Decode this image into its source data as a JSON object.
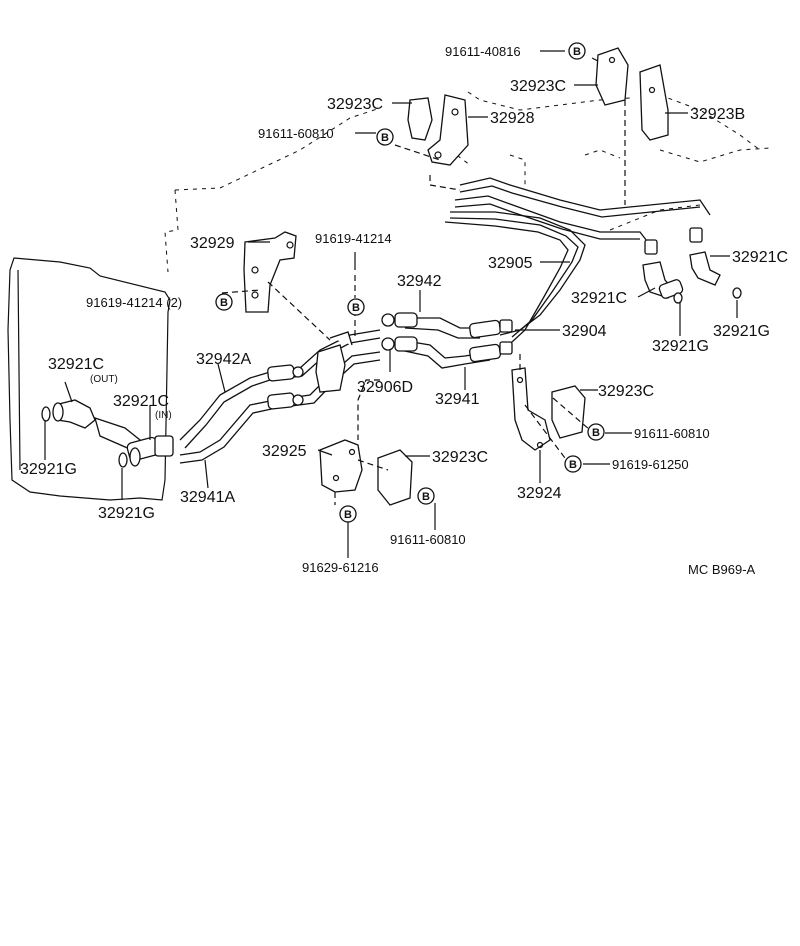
{
  "labels": {
    "p91611_40816": "91611-40816",
    "p32923C_top": "32923C",
    "p32923B": "32923B",
    "p32923C_mid": "32923C",
    "p32928": "32928",
    "p91611_60810_top": "91611-60810",
    "p32929": "32929",
    "p91619_41214_top": "91619-41214",
    "p91619_41214_left": "91619-41214 (2)",
    "p32942": "32942",
    "p32905": "32905",
    "p32921C_right": "32921C",
    "p32921C_mid": "32921C",
    "p32921G_mid": "32921G",
    "p32921G_right": "32921G",
    "p32904": "32904",
    "p32942A": "32942A",
    "p32921C_out": "32921C",
    "out_tag": "(OUT)",
    "p32921C_in": "32921C",
    "in_tag": "(IN)",
    "p32906D": "32906D",
    "p32941": "32941",
    "p32923C_low": "32923C",
    "p91611_60810_right": "91611-60810",
    "p91619_61250": "91619-61250",
    "p32924": "32924",
    "p32925": "32925",
    "p32923C_bot": "32923C",
    "p32921G_left": "32921G",
    "p32941A": "32941A",
    "p32921G_bot": "32921G",
    "p91611_60810_bot": "91611-60810",
    "p91629_61216": "91629-61216",
    "code": "MC  B969-A"
  },
  "badge_letter": "B",
  "colors": {
    "ink": "#111111",
    "paper": "#ffffff"
  }
}
